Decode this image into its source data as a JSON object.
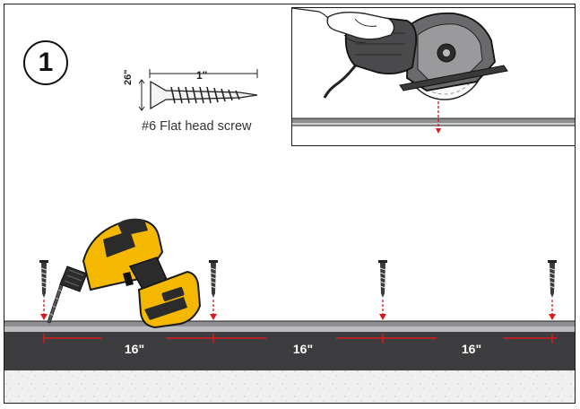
{
  "step": {
    "number": "1"
  },
  "screw": {
    "caption": "#6 Flat head screw",
    "length_label": "1\"",
    "diameter_label": "26\""
  },
  "spacing": {
    "labels": [
      "16\"",
      "16\"",
      "16\""
    ]
  },
  "colors": {
    "accent_red": "#d71920",
    "drill_yellow": "#f5b800",
    "board_dark": "#3d3d3f",
    "concrete": "#ececec"
  },
  "icons": {
    "drill": "cordless-drill-icon",
    "saw": "circular-saw-icon",
    "screw": "screw-icon"
  }
}
